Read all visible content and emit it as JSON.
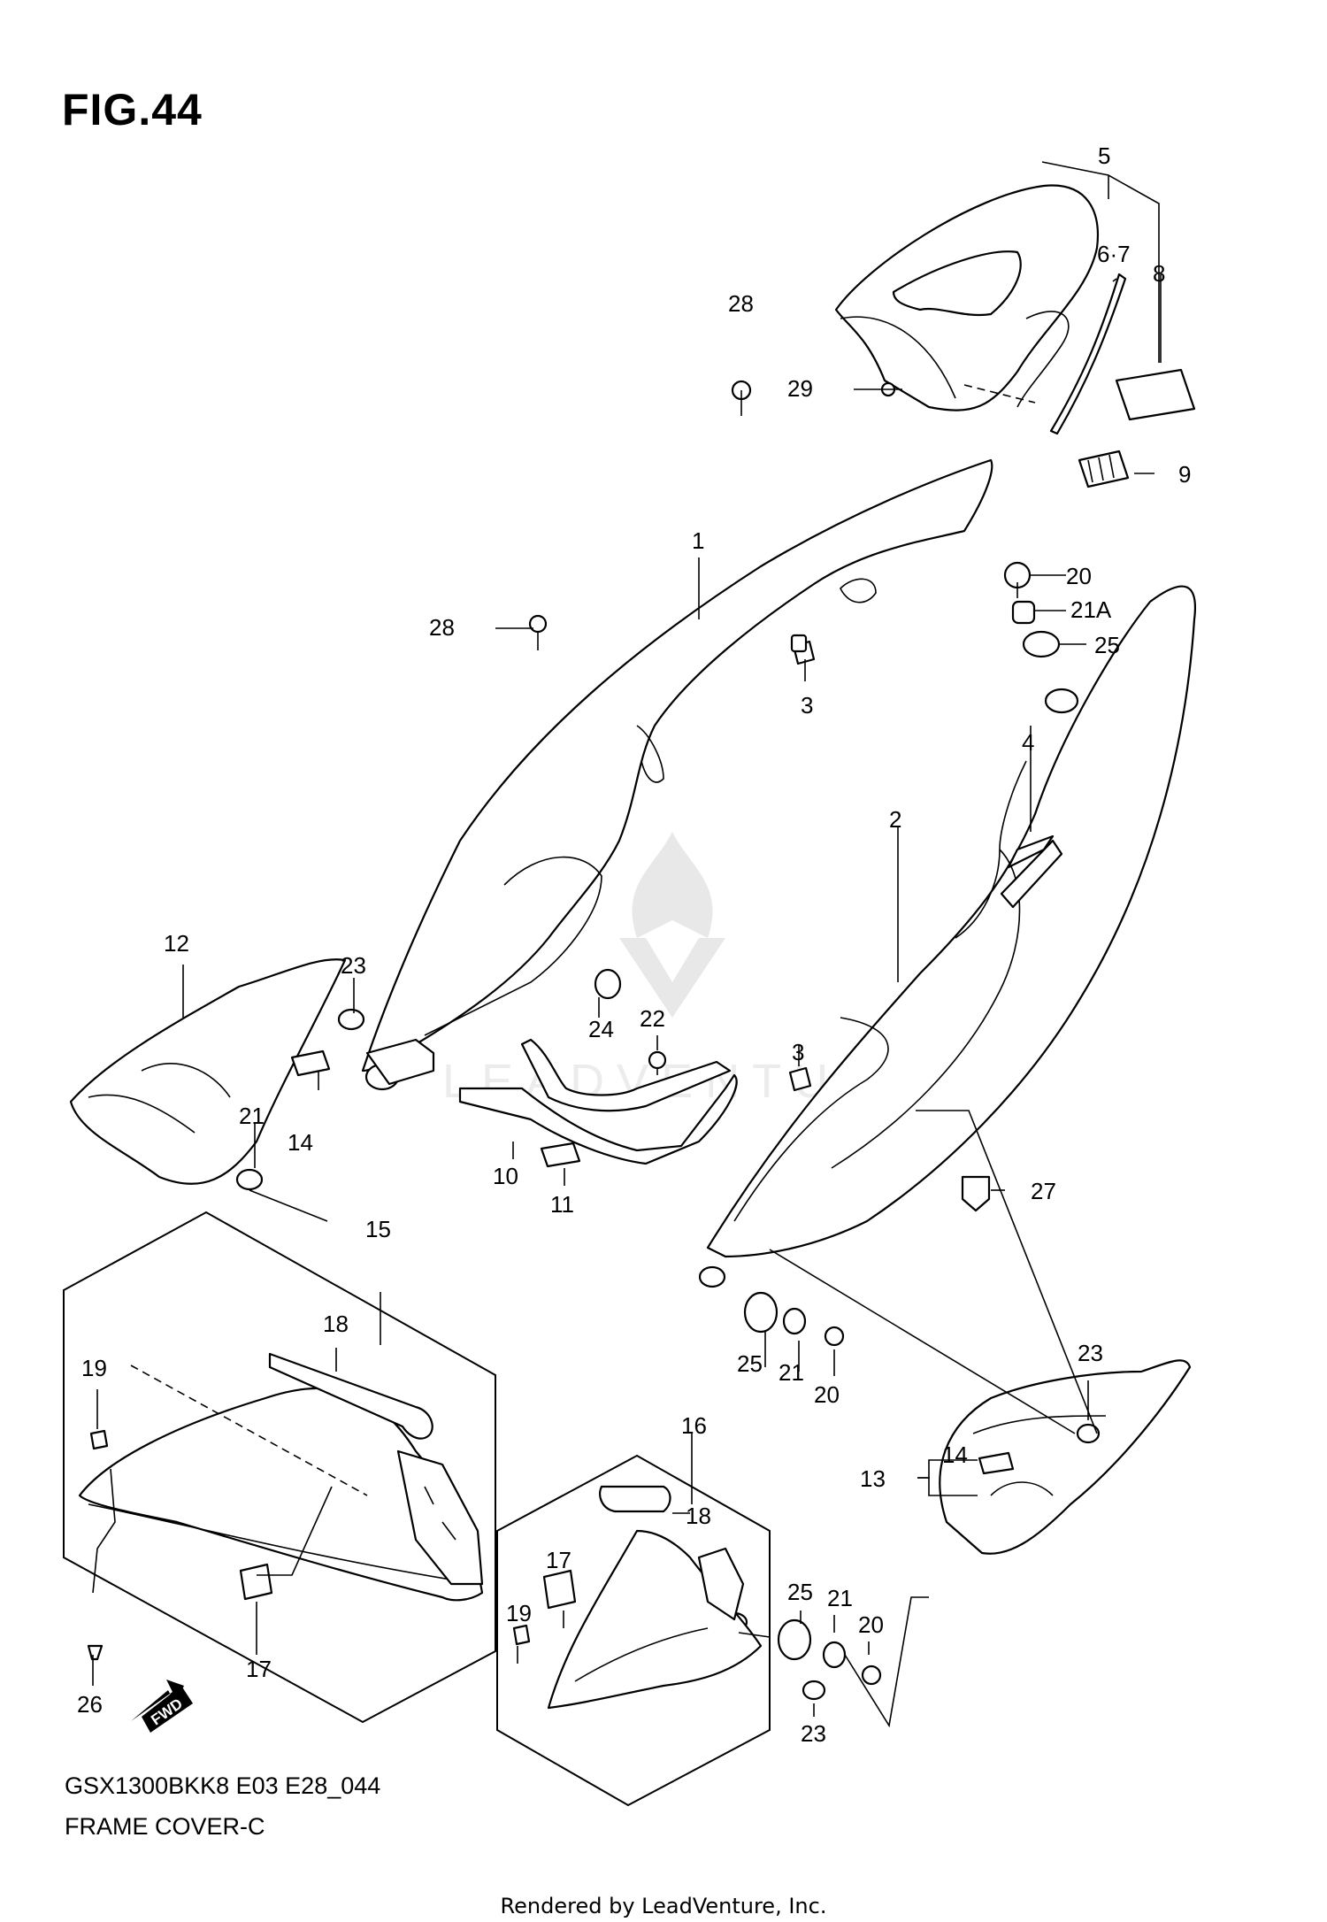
{
  "figure": {
    "title": "FIG.44"
  },
  "footer": {
    "model_code": "GSX1300BKK8 E03 E28_044",
    "section_name": "FRAME COVER-C",
    "rendered_by": "Rendered by LeadVenture, Inc."
  },
  "watermark": {
    "text": "LEADVENTURE"
  },
  "fwd_arrow": {
    "label": "FWD"
  },
  "callouts": {
    "c1": "1",
    "c2": "2",
    "c3a": "3",
    "c3b": "3",
    "c4": "4",
    "c5": "5",
    "c67": "6·7",
    "c8": "8",
    "c9": "9",
    "c10": "10",
    "c11": "11",
    "c12": "12",
    "c13": "13",
    "c14a": "14",
    "c14b": "14",
    "c15": "15",
    "c16": "16",
    "c17a": "17",
    "c17b": "17",
    "c18a": "18",
    "c18b": "18",
    "c19a": "19",
    "c19b": "19",
    "c20a": "20",
    "c20b": "20",
    "c20c": "20",
    "c21a": "21",
    "c21b": "21",
    "c21c": "21",
    "c21A": "21A",
    "c22": "22",
    "c23a": "23",
    "c23b": "23",
    "c23c": "23",
    "c24": "24",
    "c25a": "25",
    "c25b": "25",
    "c25c": "25",
    "c26": "26",
    "c27": "27",
    "c28a": "28",
    "c28b": "28",
    "c29": "29"
  }
}
